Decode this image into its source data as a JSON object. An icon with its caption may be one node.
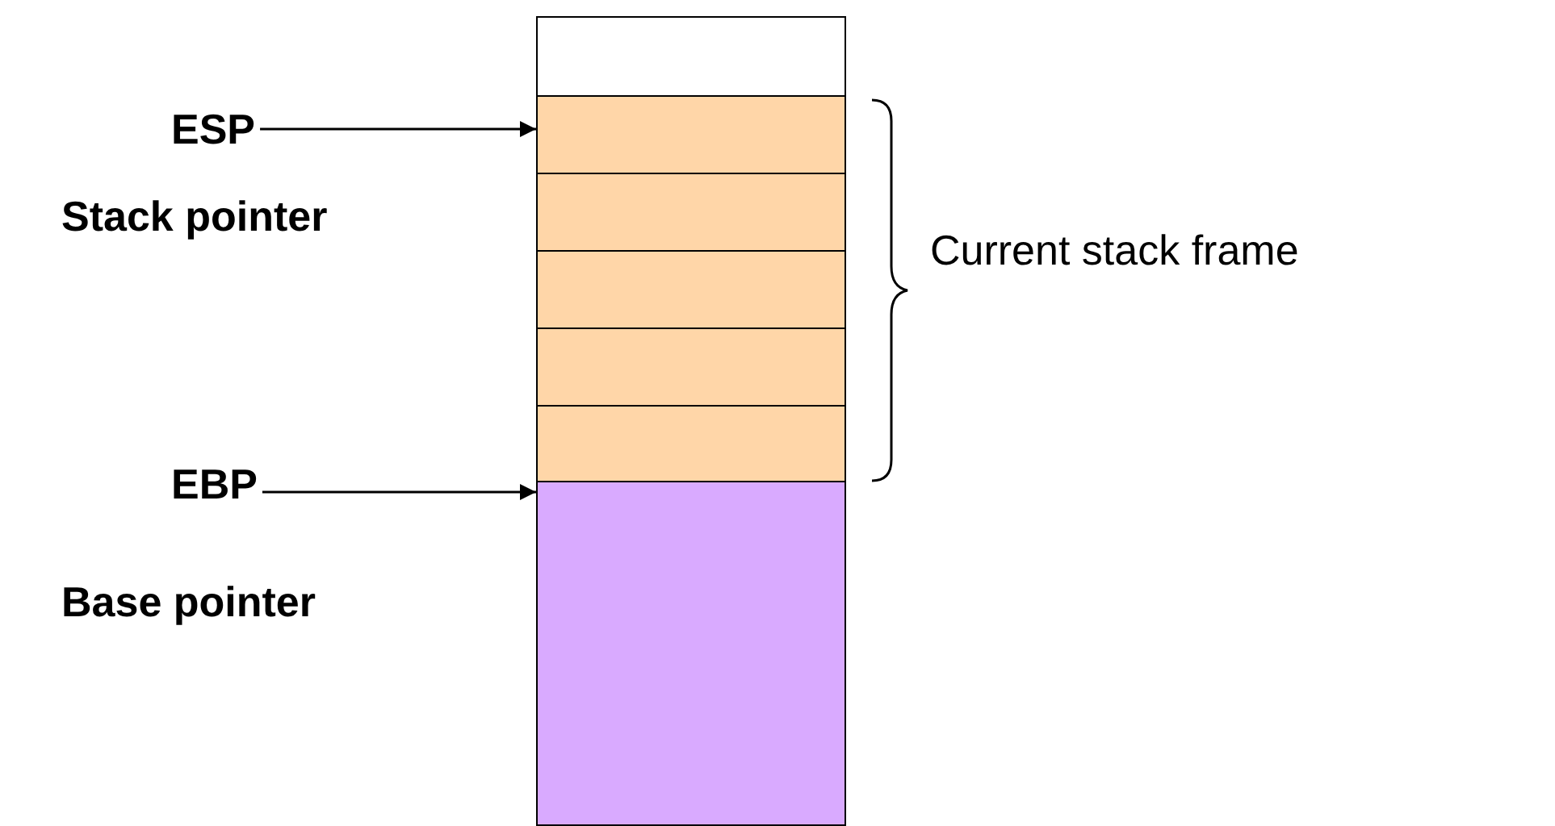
{
  "diagram": {
    "nodes": [
      {
        "text": [],
        "shape": "box"
      },
      {
        "text": [
          "ESP"
        ]
      },
      {
        "text": [],
        "shape": "box"
      },
      {
        "text": [],
        "shape": "box"
      },
      {
        "text": [],
        "shape": "box"
      },
      {
        "text": [],
        "shape": "box"
      },
      {
        "text": [],
        "shape": "box"
      },
      {
        "text": [
          "EBP"
        ]
      },
      {
        "text": [],
        "shape": "box"
      }
    ],
    "edges": [
      {
        "from": 1,
        "to": 2,
        "arrow": "to"
      },
      {
        "from": 7,
        "to": 8,
        "arrow": "to"
      }
    ],
    "labels": [
      "Stack pointer",
      "Current stack frame",
      "Base pointer"
    ]
  }
}
